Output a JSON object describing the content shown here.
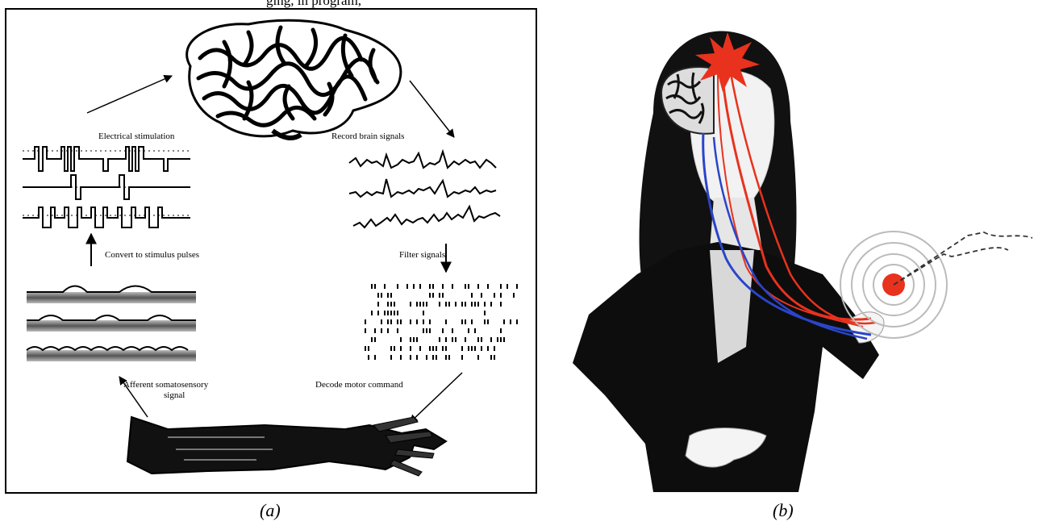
{
  "header_fragment": "ging, in program, ",
  "panel_a": {
    "labels": {
      "electrical_stimulation": "Electrical stimulation",
      "record_brain_signals": "Record brain signals",
      "convert_to_stimulus_pulses": "Convert to stimulus pulses",
      "filter_signals": "Filter signals",
      "afferent_line1": "Afferent somatosensory",
      "afferent_line2": "signal",
      "decode_motor_command": "Decode motor command"
    }
  },
  "captions": {
    "a": "(a)",
    "b": "(b)"
  },
  "colors": {
    "stroke": "#000000",
    "accent_red": "#e8321e",
    "accent_blue": "#2a45c8"
  }
}
